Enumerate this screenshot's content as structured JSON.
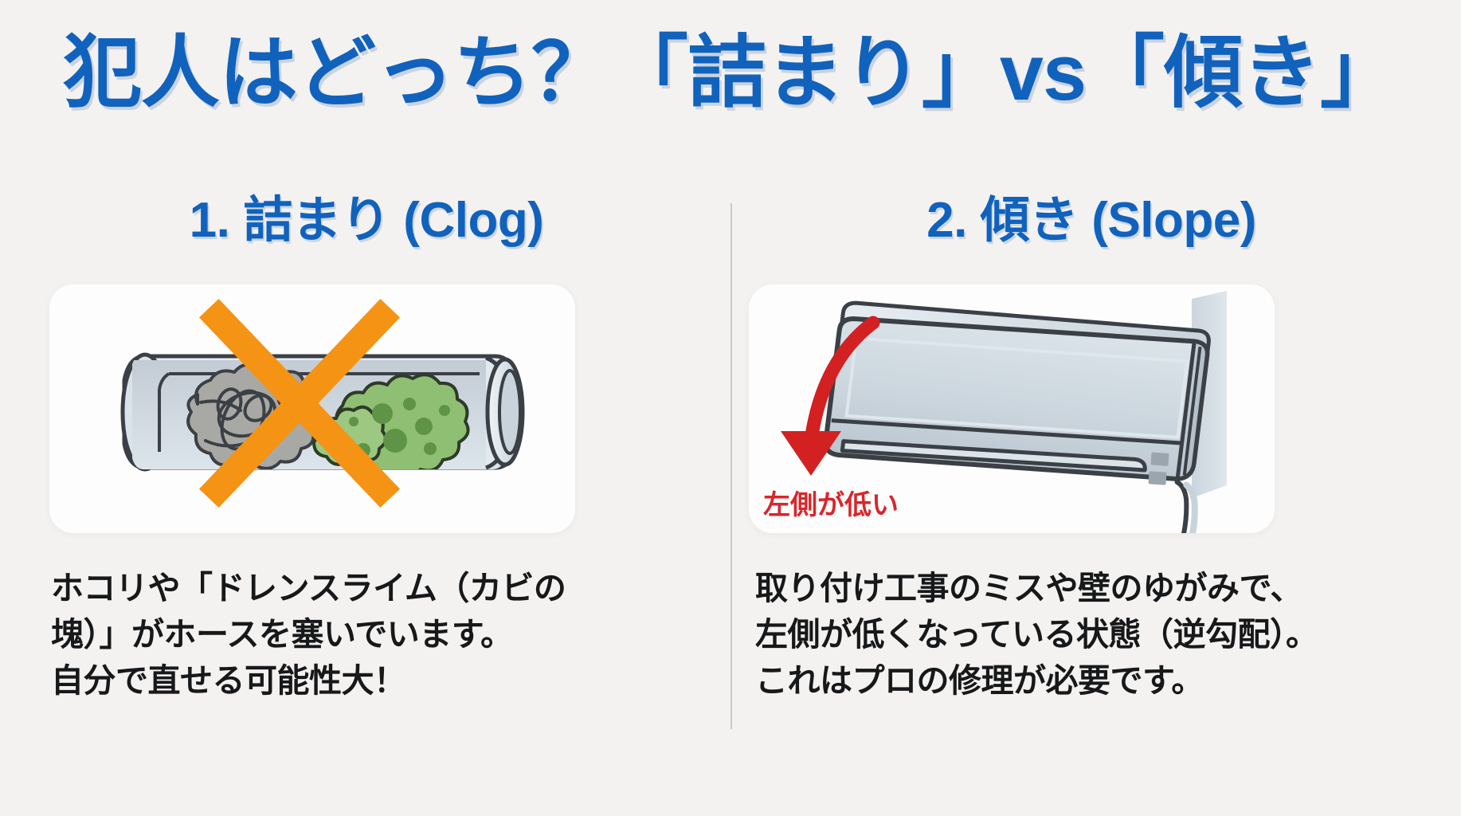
{
  "title": "犯人はどっち？「詰まり」vs「傾き」",
  "colors": {
    "title_blue": "#1062bd",
    "heading_blue": "#1062bd",
    "cross_orange": "#f59314",
    "arrow_red": "#d32020",
    "annotation_red": "#d9262b",
    "body_text": "#17181a",
    "page_background": "#f3f2f0",
    "card_background": "#fdfdfd",
    "divider": "#c9c9c7",
    "mold_green": "#8fbf72",
    "dust_gray": "#a8a8a4",
    "hose_gray": "#cfd8e0",
    "ac_body": "#ccd6de",
    "outline_dark": "#3b4046"
  },
  "columns": [
    {
      "heading": "1. 詰まり (Clog)",
      "illustration": {
        "name": "clogged-drain-hose",
        "elements": [
          "drain-hose-cutaway",
          "dust-lint-clump",
          "mold-slime-clump",
          "orange-cross-mark"
        ]
      },
      "caption": "ホコリや「ドレンスライム（カビの\n塊）」がホースを塞いでいます。\n自分で直せる可能性大！"
    },
    {
      "heading": "2. 傾き (Slope)",
      "illustration": {
        "name": "tilted-air-conditioner",
        "elements": [
          "wall-panel",
          "indoor-unit",
          "indicator-lights",
          "drain-pipe",
          "red-curved-down-arrow",
          "annotation-label"
        ],
        "annotation": "左側が低い"
      },
      "caption": "取り付け工事のミスや壁のゆがみで、\n左側が低くなっている状態（逆勾配）。\nこれはプロの修理が必要です。"
    }
  ]
}
